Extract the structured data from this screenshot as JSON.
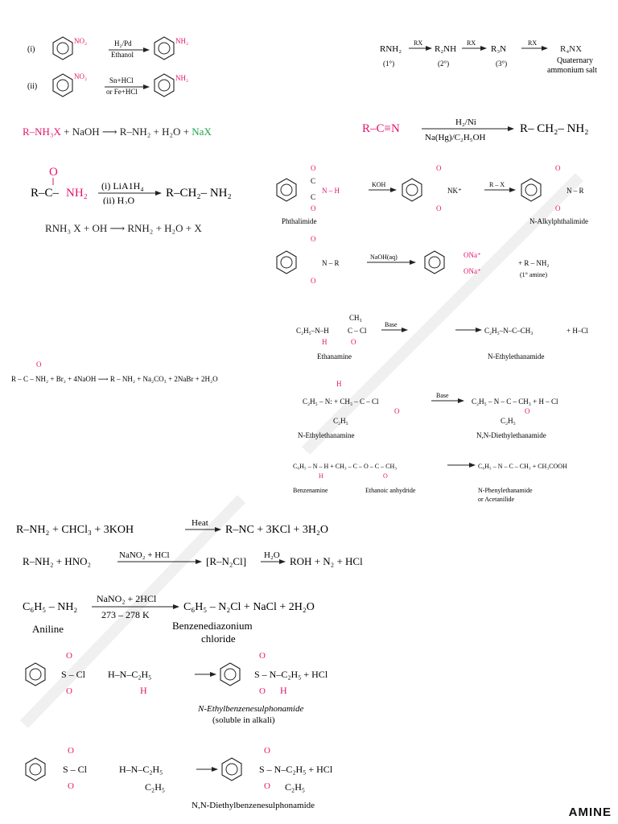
{
  "reactions": {
    "nitro_reduction": {
      "i_label": "(i)",
      "ii_label": "(ii)",
      "reactant_group": "NO₂",
      "product_group": "NH₂",
      "cond_i_top": "H₂/Pd",
      "cond_i_bottom": "Ethanol",
      "cond_ii_top": "Sn+HCl",
      "cond_ii_bottom": "or Fe+HCl"
    },
    "alkylation": {
      "s1": "RNH₂",
      "s2": "R₂NH",
      "s3": "R₃N",
      "s4": "R₄NX",
      "reagent": "RX",
      "d1": "(1°)",
      "d2": "(2°)",
      "d3": "(3°)",
      "label_line1": "Quaternary",
      "label_line2": "ammonium salt"
    },
    "salt_base": {
      "lhs": "R–NH₃X",
      "plus1": "+",
      "naoh": "NaOH",
      "arrow": "⟶",
      "rhs1": "R–NH₂",
      "plus2": "+",
      "water": "H₂O",
      "plus3": "+",
      "nax": "NaX"
    },
    "nitrile": {
      "lhs": "R–C≡N",
      "cond_top": "H₂/Ni",
      "cond_bottom": "Na(Hg)/C₂H₅OH",
      "rhs": "R– CH₂– NH₂"
    },
    "amide_reduction": {
      "o": "O",
      "r": "R–C–",
      "nh2": "NH₂",
      "cond_top": "(i) LiA1H₄",
      "cond_bottom": "(ii) H₂O",
      "rhs": "R–CH₂– NH₂"
    },
    "ammonium_oh": {
      "text": "RNH₃ X + OH ⟶ RNH₂ + H₂O + X"
    },
    "gabriel": {
      "nh": "N – H",
      "koh": "KOH",
      "nk": "NK⁺",
      "rx": "R – X",
      "nr": "N – R",
      "o": "O",
      "c": "C",
      "phthalimide": "Phthalimide",
      "alkyl_label": "N-Alkylphthalimide",
      "naoh": "NaOH(aq)",
      "ona": "ONa⁺",
      "rnh2": "+ R – NH₂",
      "amine": "(1° amine)"
    },
    "hofmann": {
      "text": "R – C – NH₂ + Br₂ + 4NaOH ⟶ R – NH₂ + Na₂CO₃ + 2NaBr + 2H₂O",
      "o": "O"
    },
    "acylation1": {
      "c2h5nh": "C₂H₅–N–H",
      "ch3": "CH₃",
      "ccl": "C – Cl",
      "base": "Base",
      "h": "H",
      "o": "O",
      "plus_hcl": "+  H–Cl",
      "prod": "C₂H₅–N–C–CH₃",
      "l1": "Ethanamine",
      "l2": "N-Ethylethanamide"
    },
    "acylation2": {
      "lhs": "C₂H₅ – N: +  CH₃ – C – Cl",
      "base": "Base",
      "rhs": "C₂H₅ – N – C – CH₃ + H – Cl",
      "sub": "C₂H₅",
      "h": "H",
      "o": "O",
      "l1": "N-Ethylethanamine",
      "l2": "N,N-Diethylethanamide"
    },
    "acylation3": {
      "lhs": "C₆H₅ – N – H  +  CH₃ – C – O – C – CH₃",
      "rhs": "C₆H₅ – N – C – CH₃ + CH₃COOH",
      "h": "H",
      "o": "O",
      "l1": "Benzenamine",
      "l2": "Ethanoic anhydride",
      "l3": "N-Phenylethanamide",
      "l4": "or Acetanilide"
    },
    "carbylamine": {
      "text1": "R–NH₂  +  CHCl₃ +  3KOH",
      "heat": "Heat",
      "text2": "R–NC  + 3KCl  + 3H₂O"
    },
    "nitrous": {
      "lhs": "R–NH₂  +  HNO₂",
      "cond": "NaNO₂ + HCl",
      "mid": "[R–N₂Cl]",
      "h2o": "H₂O",
      "rhs": "ROH  +  N₂  +  HCl"
    },
    "diazotization": {
      "lhs": "C₆H₅ – NH₂",
      "cond_top": "NaNO₂ + 2HCl",
      "cond_bottom": "273 – 278 K",
      "rhs": "C₆H₅ – N₂Cl  +  NaCl  +  2H₂O",
      "l1": "Aniline",
      "l2": "Benzenediazonium",
      "l3": "chloride"
    },
    "hinsberg1": {
      "s_cl": "S – Cl",
      "o": "O",
      "amine": "H–N–C₂H₅",
      "h": "H",
      "prod": "S – N–C₂H₅  +  HCl",
      "label1": "N-Ethylbenzenesulphonamide",
      "label2": "(soluble in alkali)"
    },
    "hinsberg2": {
      "s_cl": "S – Cl",
      "o": "O",
      "amine": "H–N–C₂H₅",
      "sub": "C₂H₅",
      "prod": "S – N–C₂H₅  +  HCl",
      "label": "N,N-Diethylbenzenesulphonamide"
    }
  },
  "footer": {
    "brand": "AMINE"
  },
  "colors": {
    "accent": "#e2156b",
    "green": "#1aa34a",
    "text": "#222222"
  },
  "icons": {
    "benzene": "benzene-ring-icon",
    "arrow": "reaction-arrow-icon"
  }
}
